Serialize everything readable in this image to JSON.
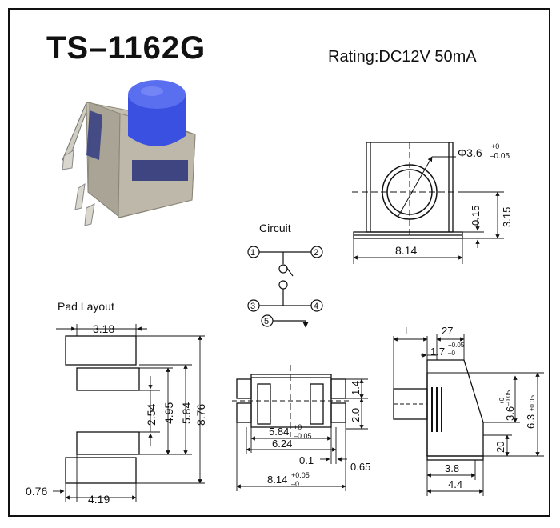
{
  "header": {
    "part_number": "TS–1162G",
    "rating": "Rating:DC12V 50mA"
  },
  "circuit": {
    "title": "Circuit",
    "pins": [
      "1",
      "2",
      "3",
      "4",
      "5"
    ]
  },
  "pad_layout": {
    "title": "Pad Layout",
    "dims": {
      "w318": "3.18",
      "d254": "2.54",
      "d495": "4.95",
      "d584": "5.84",
      "d876": "8.76",
      "d076": "0.76",
      "d419": "4.19"
    }
  },
  "top_view": {
    "phi": "Φ3.6",
    "phi_tol_up": "+0",
    "phi_tol_dn": "–0.05",
    "d015": "0.15",
    "d315": "3.15",
    "d814": "8.14"
  },
  "bottom_view": {
    "d14": "1.4",
    "d20": "2.0",
    "d584": "5.84",
    "d584_up": "+0",
    "d584_dn": "–0.05",
    "d624": "6.24",
    "d01": "0.1",
    "d065": "0.65",
    "d814": "8.14",
    "d814_up": "+0.05",
    "d814_dn": "–0"
  },
  "side_view": {
    "L": "L",
    "d27": "27",
    "d17": "1.7",
    "d17_up": "+0.05",
    "d17_dn": "–0",
    "d36": "3.6",
    "d36_up": "+0",
    "d36_dn": "–0.05",
    "d63": "6.3",
    "d63_tol": "±0.05",
    "d20": "20",
    "d38": "3.8",
    "d44": "4.4"
  },
  "colors": {
    "button": "#3a50e0",
    "body": "#b9b4a6",
    "ink": "#111111"
  }
}
